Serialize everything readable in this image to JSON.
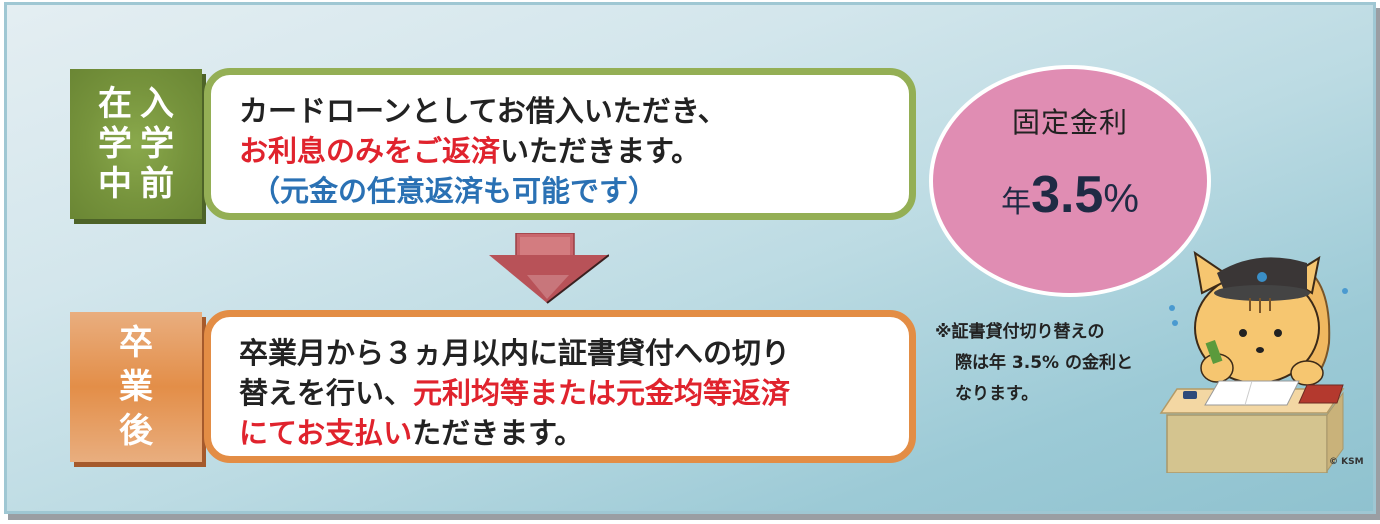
{
  "before_graduation": {
    "tag_columns": [
      [
        "入",
        "学",
        "前"
      ],
      [
        "在",
        "学",
        "中"
      ]
    ],
    "tag_label": "入学前 在学中",
    "line1": "カードローンとしてお借入いただき、",
    "line2_highlight": "お利息のみをご返済",
    "line2_rest": "いただきます。",
    "line3": "（元金の任意返済も可能です）"
  },
  "after_graduation": {
    "tag_chars": [
      "卒",
      "業",
      "後"
    ],
    "tag_label": "卒業後",
    "line1": "卒業月から３ヵ月以内に証書貸付への切り",
    "line2_plain": "替えを行い、",
    "line2_highlight": "元利均等または元金均等返済",
    "line3_highlight": "にてお支払い",
    "line3_rest": "ただきます。"
  },
  "rate_badge": {
    "title": "固定金利",
    "prefix": "年",
    "value": "3.5",
    "unit": "%"
  },
  "note": {
    "line1": "※証書貸付切り替えの",
    "line2": "際は年 3.5% の金利と",
    "line3": "なります。"
  },
  "copyright": "© KSM",
  "colors": {
    "green": "#94af55",
    "orange": "#e38d45",
    "red_text": "#e0232d",
    "blue_text": "#2a71b4",
    "pink_badge": "#e08db3",
    "arrow": "#b85258"
  }
}
